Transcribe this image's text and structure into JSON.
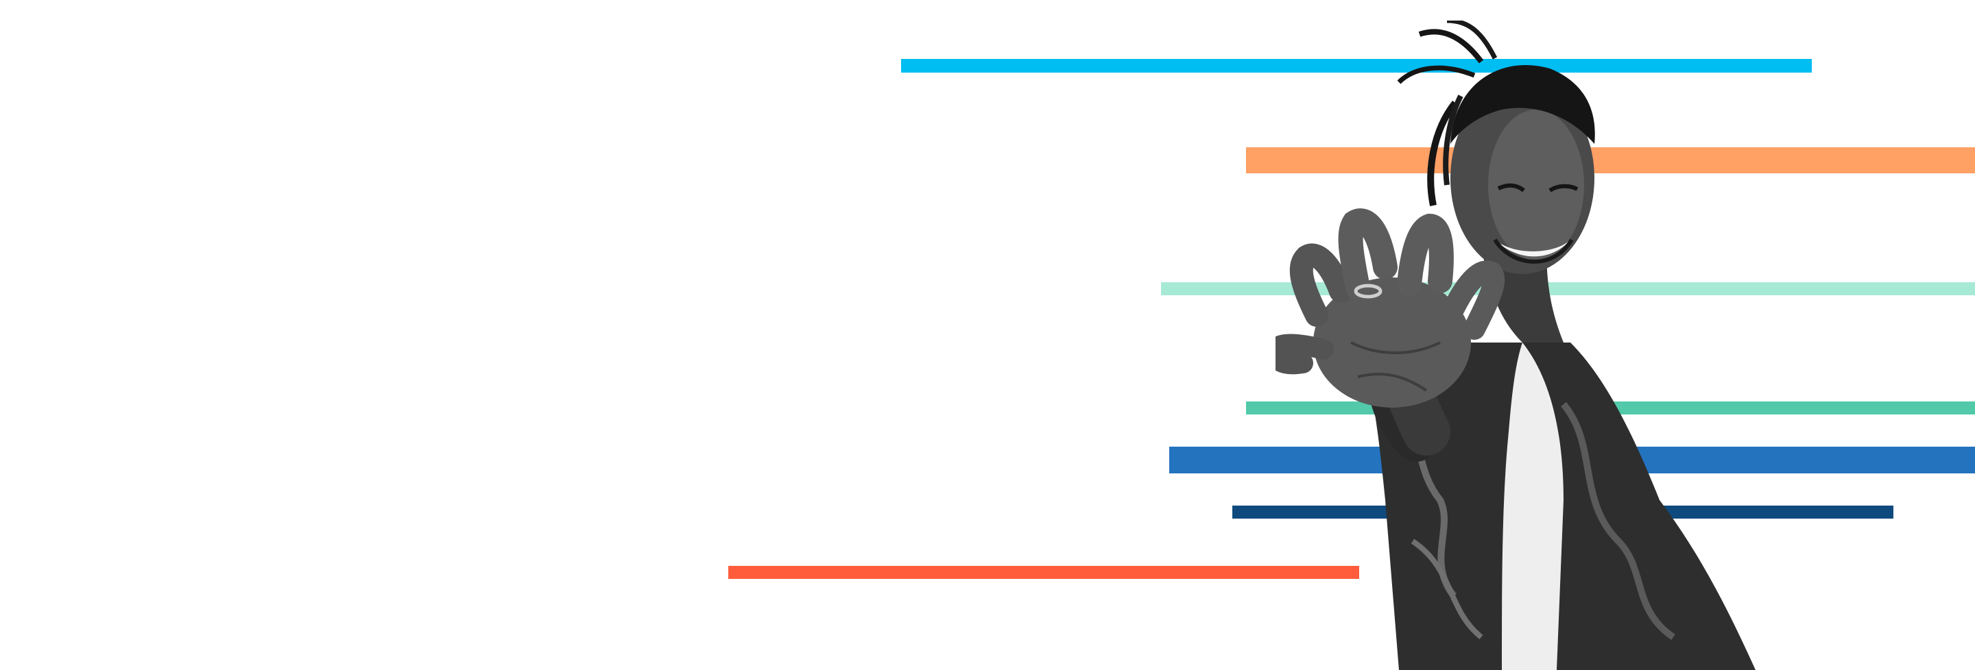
{
  "image": {
    "background": "#ffffff",
    "stripes": [
      {
        "name": "cyan",
        "color": "#00bdf2"
      },
      {
        "name": "orange",
        "color": "#ffa064"
      },
      {
        "name": "mint",
        "color": "#a6ead6"
      },
      {
        "name": "teal",
        "color": "#52c9a9"
      },
      {
        "name": "blue",
        "color": "#2473bf"
      },
      {
        "name": "navy",
        "color": "#0f4a7e"
      },
      {
        "name": "red",
        "color": "#ff5c3b"
      }
    ],
    "subject": {
      "description_icon": "smiling-man-reaching-hand-photo",
      "palette": [
        "#111111",
        "#3a3a3a",
        "#7a7a7a",
        "#c8c8c8",
        "#f2f2f2"
      ]
    }
  }
}
